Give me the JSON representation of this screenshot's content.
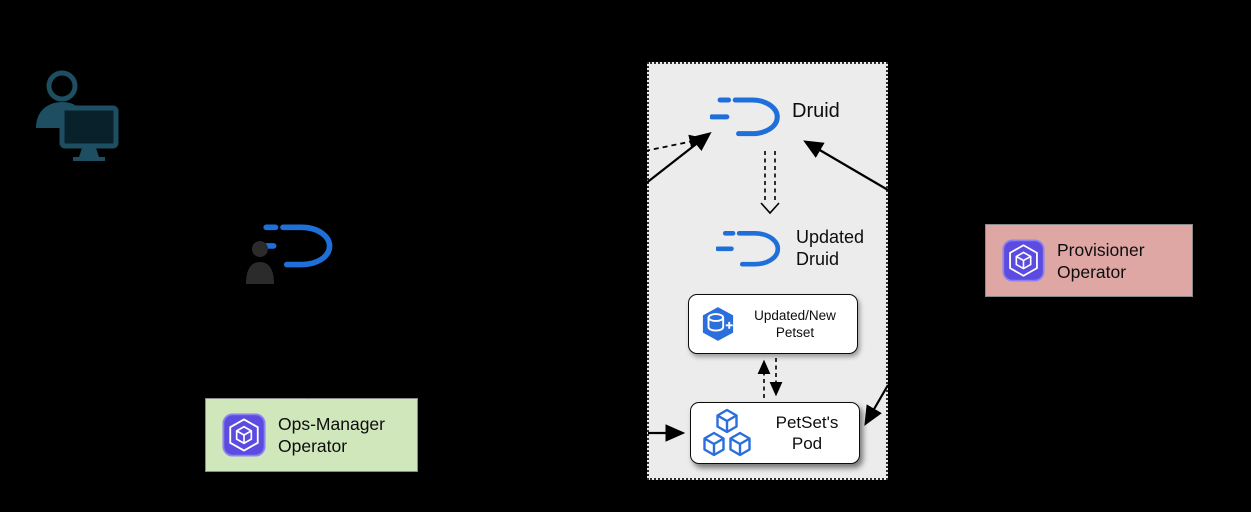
{
  "diagram": {
    "cluster_panel": {
      "druid": {
        "label": "Druid"
      },
      "updated_druid": {
        "line1": "Updated",
        "line2": "Druid"
      },
      "petset_box": {
        "line1": "Updated/New",
        "line2": "Petset"
      },
      "pod_box": {
        "line1": "PetSet's",
        "line2": "Pod"
      }
    },
    "ops_manager_box": {
      "line1": "Ops-Manager",
      "line2": "Operator"
    },
    "provisioner_box": {
      "line1": "Provisioner",
      "line2": "Operator"
    },
    "icons": [
      "user-at-computer-icon",
      "person-icon",
      "druid-logo-icon",
      "operator-cube-icon",
      "petset-hexagon-icon",
      "pod-cubes-icon"
    ],
    "colors": {
      "background": "#000000",
      "cluster_panel_fill": "#ececec",
      "cluster_panel_border": "#2e2e2e",
      "ops_manager_box_fill": "#cfe7bb",
      "provisioner_box_fill": "#dfa7a4",
      "node_box_fill": "#ffffff",
      "node_box_border": "#0c0c0c",
      "druid_blue": "#1e6fd9",
      "operator_purple": "#5b4be0",
      "operator_purple_border": "#8d80f0",
      "petset_blue": "#2a6fdb",
      "user_teal": "#1d4e61",
      "person_dark": "#2b2b2b",
      "arrow_black": "#000000",
      "text_dark": "#0d0d0d"
    }
  }
}
